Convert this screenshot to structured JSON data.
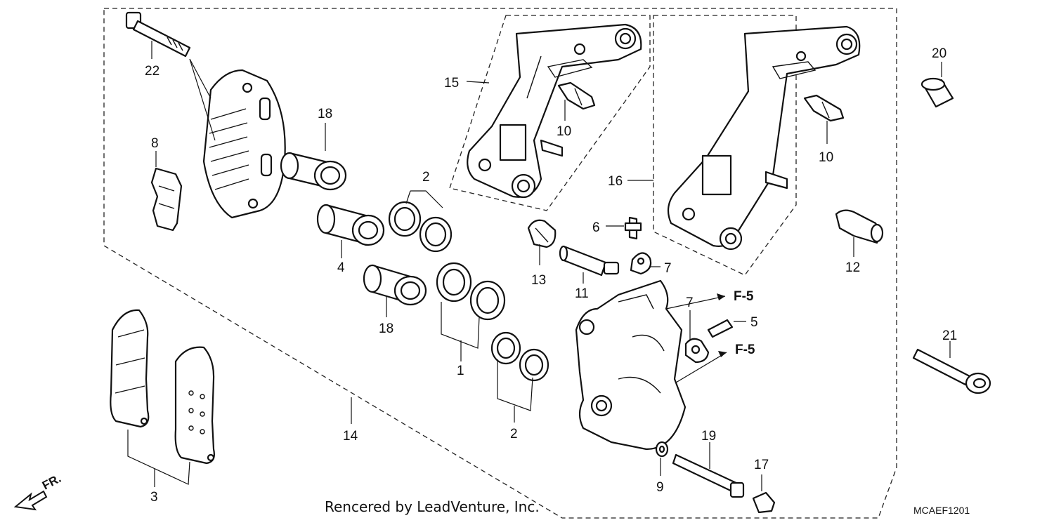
{
  "labels": {
    "l1": "1",
    "l2a": "2",
    "l2b": "2",
    "l3": "3",
    "l4": "4",
    "l5": "5",
    "l6": "6",
    "l7a": "7",
    "l7b": "7",
    "l8": "8",
    "l9": "9",
    "l10a": "10",
    "l10b": "10",
    "l11": "11",
    "l12": "12",
    "l13": "13",
    "l14": "14",
    "l15": "15",
    "l16": "16",
    "l17": "17",
    "l18a": "18",
    "l18b": "18",
    "l19": "19",
    "l20": "20",
    "l21": "21",
    "l22": "22"
  },
  "refs": {
    "f5_upper": "F-5",
    "f5_lower": "F-5"
  },
  "direction": "FR.",
  "credit": "Rencered by LeadVenture, Inc.",
  "diagram_code": "MCAEF1201"
}
